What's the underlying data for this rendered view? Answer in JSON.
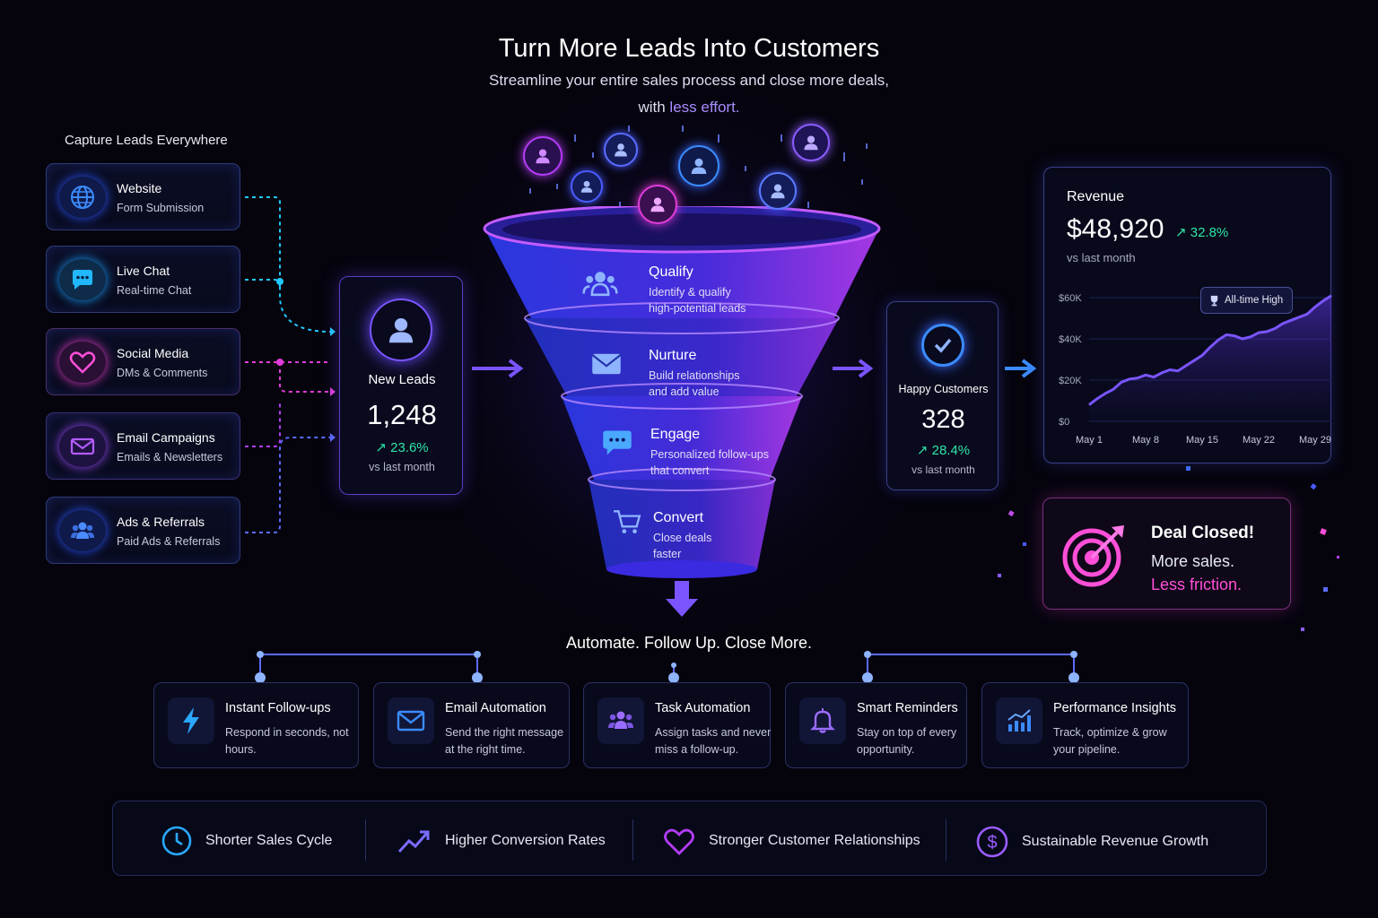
{
  "header": {
    "title": "Turn More Leads Into Customers",
    "subtitle_line1": "Streamline your entire sales process and close more deals,",
    "subtitle_line2_prefix": "with",
    "subtitle_line2_highlight": "less effort."
  },
  "capture": {
    "title": "Capture Leads Everywhere",
    "sources": [
      {
        "label": "Website",
        "sub": "Form Submission",
        "icon": "globe-icon"
      },
      {
        "label": "Live Chat",
        "sub": "Real-time Chat",
        "icon": "chat-bubble-icon"
      },
      {
        "label": "Social Media",
        "sub": "DMs & Comments",
        "icon": "heart-icon"
      },
      {
        "label": "Email Campaigns",
        "sub": "Emails & Newsletters",
        "icon": "envelope-icon"
      },
      {
        "label": "Ads & Referrals",
        "sub": "Paid Ads & Referrals",
        "icon": "users-icon"
      }
    ]
  },
  "new_leads": {
    "label": "New Leads",
    "value": "1,248",
    "change": "↗ 23.6%",
    "compare": "vs last month"
  },
  "funnel": {
    "stages": [
      {
        "label": "Qualify",
        "line1": "Identify & qualify",
        "line2": "high-potential leads",
        "icon": "users-icon"
      },
      {
        "label": "Nurture",
        "line1": "Build relationships",
        "line2": "and add value",
        "icon": "envelope-icon"
      },
      {
        "label": "Engage",
        "line1": "Personalized follow-ups",
        "line2": "that convert",
        "icon": "chat-bubble-icon"
      },
      {
        "label": "Convert",
        "line1": "Close deals",
        "line2": "faster",
        "icon": "cart-icon"
      }
    ]
  },
  "happy_customers": {
    "label": "Happy Customers",
    "value": "328",
    "change": "↗ 28.4%",
    "compare": "vs last month"
  },
  "revenue": {
    "label": "Revenue",
    "value": "$48,920",
    "change": "↗ 32.8%",
    "compare": "vs last month",
    "badge": "All-time High",
    "chart_data": {
      "type": "area",
      "y_ticks": [
        "$60K",
        "$40K",
        "$20K",
        "$0"
      ],
      "x_ticks": [
        "May 1",
        "May 8",
        "May 15",
        "May 22",
        "May 29"
      ],
      "ylim": [
        0,
        60000
      ],
      "x": [
        1,
        2,
        3,
        4,
        5,
        6,
        7,
        8,
        9,
        10,
        11,
        12,
        13,
        14,
        15,
        16,
        17,
        18,
        19,
        20,
        21,
        22,
        23,
        24,
        25,
        26,
        27,
        28,
        29,
        30,
        31
      ],
      "values": [
        8000,
        11000,
        13500,
        15500,
        19000,
        20500,
        21000,
        22500,
        21500,
        23500,
        25000,
        24500,
        27000,
        29500,
        32000,
        36000,
        39500,
        42000,
        41500,
        40000,
        41000,
        43000,
        43500,
        45000,
        47500,
        49000,
        50500,
        52000,
        55500,
        58500,
        61000
      ],
      "grid": true
    }
  },
  "deal": {
    "title": "Deal Closed!",
    "line1": "More sales.",
    "line2": "Less friction.",
    "icon": "target-icon"
  },
  "automation": {
    "title": "Automate. Follow Up. Close More.",
    "features": [
      {
        "title": "Instant Follow-ups",
        "desc": "Respond in seconds, not hours.",
        "icon": "lightning-icon"
      },
      {
        "title": "Email Automation",
        "desc": "Send the right message at the right time.",
        "icon": "envelope-icon"
      },
      {
        "title": "Task Automation",
        "desc": "Assign tasks and never miss a follow-up.",
        "icon": "users-icon"
      },
      {
        "title": "Smart Reminders",
        "desc": "Stay on top of every opportunity.",
        "icon": "bell-icon"
      },
      {
        "title": "Performance Insights",
        "desc": "Track, optimize & grow your pipeline.",
        "icon": "bar-chart-icon"
      }
    ]
  },
  "benefits": [
    {
      "label": "Shorter Sales Cycle",
      "icon": "clock-icon"
    },
    {
      "label": "Higher Conversion Rates",
      "icon": "trend-up-icon"
    },
    {
      "label": "Stronger Customer Relationships",
      "icon": "heart-icon"
    },
    {
      "label": "Sustainable Revenue Growth",
      "icon": "dollar-icon"
    }
  ],
  "colors": {
    "accent_purple": "#8b5cff",
    "accent_blue": "#3b6bff",
    "accent_pink": "#ff4fd8",
    "positive": "#2ee6a6",
    "background": "#05040d"
  }
}
